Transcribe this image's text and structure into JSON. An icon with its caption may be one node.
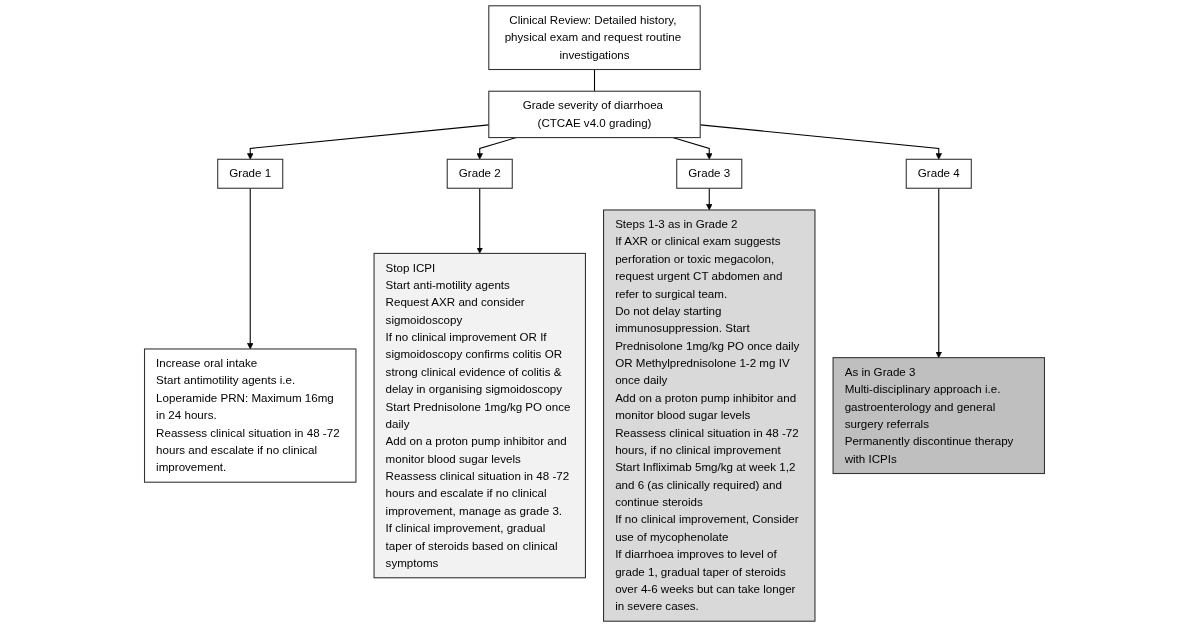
{
  "diagram": {
    "nodes": [
      {
        "text": [
          "Clinical Review: Detailed history, physical exam and request routine investigations"
        ]
      },
      {
        "text": [
          "Grade severity of diarrhoea (CTCAE v4.0 grading)"
        ]
      },
      {
        "text": [
          "Grade 1"
        ]
      },
      {
        "text": [
          "Grade 2"
        ]
      },
      {
        "text": [
          "Grade 3"
        ]
      },
      {
        "text": [
          "Grade 4"
        ]
      },
      {
        "text": [
          "Increase oral intake",
          "Start antimotility agents i.e. Loperamide PRN: Maximum 16mg in 24 hours.",
          "Reassess clinical situation in 48 -72 hours and escalate if no clinical improvement."
        ]
      },
      {
        "text": [
          "Stop ICPI",
          "Start anti-motility agents",
          "Request AXR and consider sigmoidoscopy",
          "If no clinical improvement OR If sigmoidoscopy confirms colitis OR strong clinical evidence of colitis & delay in organising sigmoidoscopy",
          "Start Prednisolone 1mg/kg PO once daily",
          "Add on a proton pump inhibitor and monitor blood sugar levels",
          "Reassess clinical situation in 48 -72 hours and escalate if no clinical improvement, manage as grade 3.",
          "If clinical improvement, gradual taper of steroids based on clinical symptoms"
        ]
      },
      {
        "text": [
          "Steps 1-3 as in Grade 2",
          "If AXR or clinical exam suggests perforation or toxic megacolon, request urgent CT abdomen and refer to surgical team.",
          "Do not delay starting immunosuppression. Start Prednisolone 1mg/kg PO once daily OR Methylprednisolone 1-2 mg IV once daily",
          "Add on a proton pump inhibitor and monitor blood sugar levels",
          "Reassess clinical situation in 48 -72 hours, if no clinical improvement",
          "Start Infliximab 5mg/kg at week 1,2 and 6 (as clinically required) and continue steroids",
          "If no clinical improvement, Consider use of mycophenolate",
          "If diarrhoea improves to level of grade 1, gradual taper of steroids over 4-6 weeks but can take longer in severe cases."
        ]
      },
      {
        "text": [
          "As in Grade 3",
          "Multi-disciplinary approach i.e. gastroenterology and general surgery referrals",
          "Permanently discontinue therapy with ICPIs"
        ]
      }
    ],
    "edges": [
      {
        "from": 0,
        "to": 1,
        "arrow": "none"
      },
      {
        "from": 1,
        "to": 2,
        "arrow": "to"
      },
      {
        "from": 1,
        "to": 3,
        "arrow": "to"
      },
      {
        "from": 1,
        "to": 4,
        "arrow": "to"
      },
      {
        "from": 1,
        "to": 5,
        "arrow": "to"
      },
      {
        "from": 2,
        "to": 6,
        "arrow": "to"
      },
      {
        "from": 3,
        "to": 7,
        "arrow": "to"
      },
      {
        "from": 4,
        "to": 8,
        "arrow": "to"
      },
      {
        "from": 5,
        "to": 9,
        "arrow": "to"
      }
    ]
  }
}
